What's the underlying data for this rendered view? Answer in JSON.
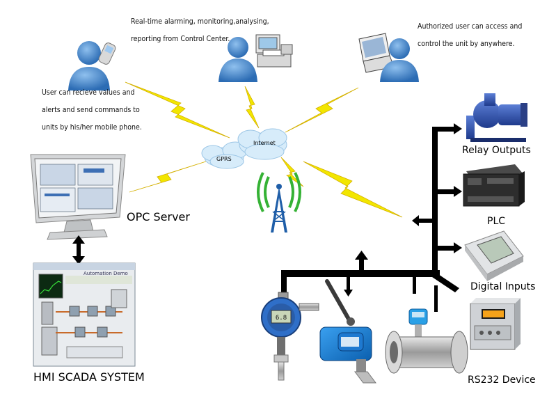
{
  "captions": {
    "control_center": [
      "Real-time alarming, monitoring,analysing,",
      "reporting from Control Center."
    ],
    "remote_user": [
      "Authorized user can access and",
      "control the unit by anywhere."
    ],
    "mobile_user": [
      "User can recieve values and",
      "alerts and send commands to",
      "units by his/her mobile phone."
    ]
  },
  "network": {
    "internet": "Internet",
    "gprs": "GPRS"
  },
  "devices": {
    "opc_server": "OPC Server",
    "hmi_scada": "HMI SCADA SYSTEM",
    "relay_outputs": "Relay Outputs",
    "plc": "PLC",
    "digital_inputs": "Digital Inputs",
    "rs232_device": "RS232 Device",
    "hmi_window_title": "Automation Demo",
    "transmitter_display": "6.8"
  },
  "colors": {
    "person": "#3d7fc6",
    "lightning": "#f2e600",
    "cloud": "#d7ecfa",
    "bus": "#000000",
    "antenna": "#1f5ea8",
    "signal": "#35b235",
    "pump": "#2e4da8"
  },
  "icons": [
    "person-icon",
    "mobile-phone-icon",
    "printer-icon",
    "laptop-icon",
    "lightning-icon",
    "cloud-icon",
    "antenna-tower-icon",
    "monitor-icon",
    "pump-icon",
    "plc-icon",
    "digital-input-icon",
    "rs232-device-icon",
    "pressure-transmitter-icon",
    "flow-meter-icon"
  ]
}
